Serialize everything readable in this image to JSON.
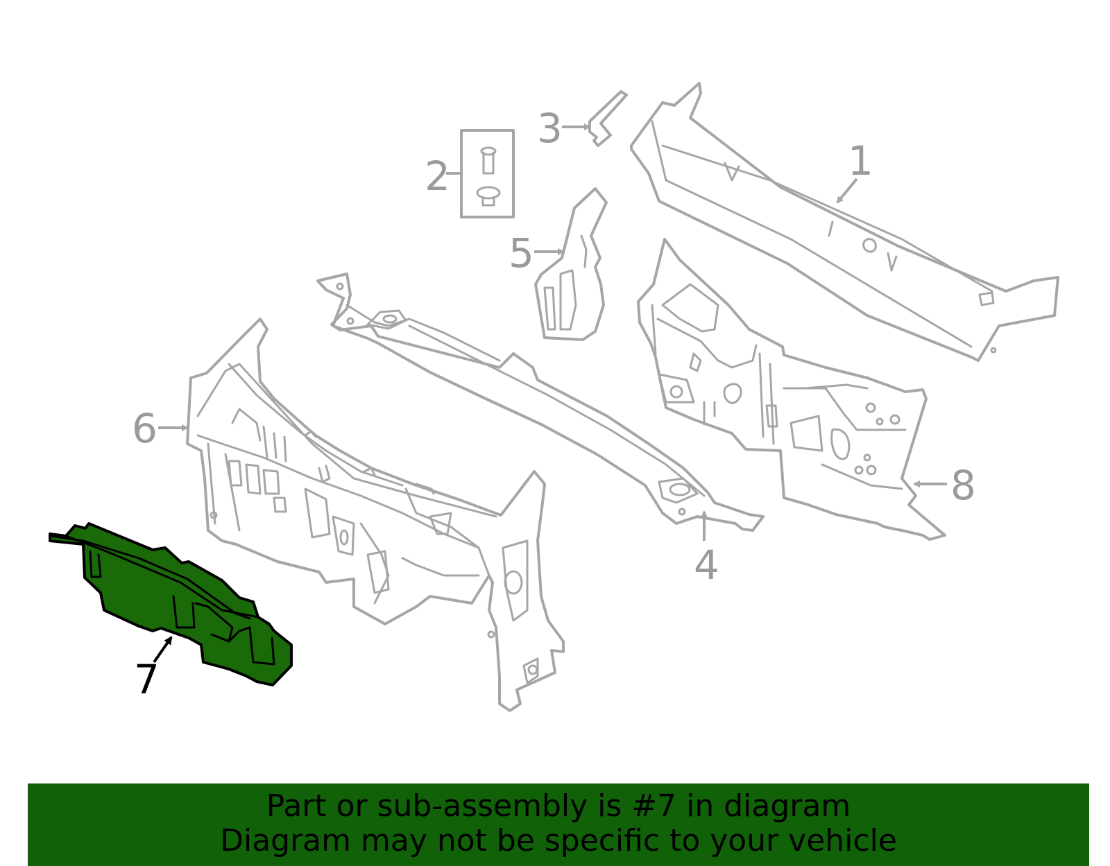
{
  "callouts": {
    "c1": "1",
    "c2": "2",
    "c3": "3",
    "c4": "4",
    "c5": "5",
    "c6": "6",
    "c7": "7",
    "c8": "8"
  },
  "banner": {
    "line1": "Part or sub-assembly is #7 in diagram",
    "line2": "Diagram may not be specific to your vehicle"
  },
  "colors": {
    "highlight_fill": "#1a6a0a",
    "banner_background": "#106108",
    "outline_gray": "#a6a6a6"
  }
}
